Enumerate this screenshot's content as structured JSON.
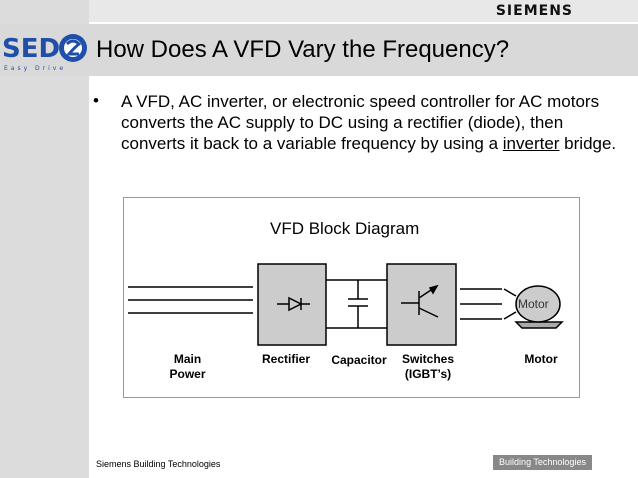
{
  "header": {
    "brand": "SIEMENS",
    "logo_text": "SED2",
    "logo_tagline": "Easy Drive"
  },
  "slide": {
    "title": "How Does A VFD Vary the Frequency?",
    "bullet": "•",
    "bullet_text_before": "A VFD, AC inverter, or electronic speed controller for AC motors converts the AC supply to DC using a rectifier (diode), then converts it back to a variable frequency by using a ",
    "bullet_underlined": "inverter",
    "bullet_text_after": " bridge."
  },
  "diagram": {
    "title": "VFD Block Diagram",
    "labels": {
      "main_power": "Main\nPower",
      "rectifier": "Rectifier",
      "capacitor": "Capacitor",
      "switches": "Switches\n(IGBT’s)",
      "motor": "Motor"
    },
    "motor_symbol_text": "Motor"
  },
  "footer": {
    "left": "Siemens Building Technologies",
    "right": "Building Technologies"
  }
}
